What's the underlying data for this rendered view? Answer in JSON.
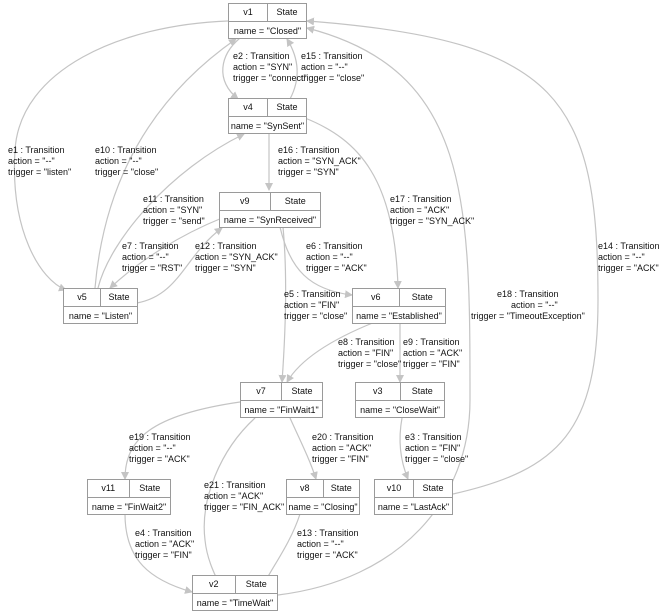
{
  "nodes": [
    {
      "id": "v1",
      "type": "State",
      "attr": "name = \"Closed\""
    },
    {
      "id": "v4",
      "type": "State",
      "attr": "name = \"SynSent\""
    },
    {
      "id": "v9",
      "type": "State",
      "attr": "name = \"SynReceived\""
    },
    {
      "id": "v5",
      "type": "State",
      "attr": "name = \"Listen\""
    },
    {
      "id": "v6",
      "type": "State",
      "attr": "name = \"Established\""
    },
    {
      "id": "v7",
      "type": "State",
      "attr": "name = \"FinWait1\""
    },
    {
      "id": "v3",
      "type": "State",
      "attr": "name = \"CloseWait\""
    },
    {
      "id": "v11",
      "type": "State",
      "attr": "name = \"FinWait2\""
    },
    {
      "id": "v8",
      "type": "State",
      "attr": "name = \"Closing\""
    },
    {
      "id": "v10",
      "type": "State",
      "attr": "name = \"LastAck\""
    },
    {
      "id": "v2",
      "type": "State",
      "attr": "name = \"TimeWait\""
    }
  ],
  "edges": [
    {
      "head": "e1 : Transition",
      "action": "action = \"--\"",
      "trigger": "trigger = \"listen\""
    },
    {
      "head": "e2 : Transition",
      "action": "action = \"SYN\"",
      "trigger": "trigger = \"connect\""
    },
    {
      "head": "e15 : Transition",
      "action": "action = \"--\"",
      "trigger": "trigger = \"close\""
    },
    {
      "head": "e10 : Transition",
      "action": "action = \"--\"",
      "trigger": "trigger = \"close\""
    },
    {
      "head": "e16 : Transition",
      "action": "action = \"SYN_ACK\"",
      "trigger": "trigger = \"SYN\""
    },
    {
      "head": "e11 : Transition",
      "action": "action = \"SYN\"",
      "trigger": "trigger = \"send\""
    },
    {
      "head": "e17 : Transition",
      "action": "action = \"ACK\"",
      "trigger": "trigger = \"SYN_ACK\""
    },
    {
      "head": "e7 : Transition",
      "action": "action = \"--\"",
      "trigger": "trigger = \"RST\""
    },
    {
      "head": "e12 : Transition",
      "action": "action = \"SYN_ACK\"",
      "trigger": "trigger = \"SYN\""
    },
    {
      "head": "e6 : Transition",
      "action": "action = \"--\"",
      "trigger": "trigger = \"ACK\""
    },
    {
      "head": "e5 : Transition",
      "action": "action = \"FIN\"",
      "trigger": "trigger = \"close\""
    },
    {
      "head": "e14 : Transition",
      "action": "action = \"--\"",
      "trigger": "trigger = \"ACK\""
    },
    {
      "head": "e18 : Transition",
      "action": "action = \"--\"",
      "trigger": "trigger = \"TimeoutException\""
    },
    {
      "head": "e8 : Transition",
      "action": "action = \"FIN\"",
      "trigger": "trigger = \"close\""
    },
    {
      "head": "e9 : Transition",
      "action": "action = \"ACK\"",
      "trigger": "trigger = \"FIN\""
    },
    {
      "head": "e19 : Transition",
      "action": "action = \"--\"",
      "trigger": "trigger = \"ACK\""
    },
    {
      "head": "e20 : Transition",
      "action": "action = \"ACK\"",
      "trigger": "trigger = \"FIN\""
    },
    {
      "head": "e3 : Transition",
      "action": "action = \"FIN\"",
      "trigger": "trigger = \"close\""
    },
    {
      "head": "e21 : Transition",
      "action": "action = \"ACK\"",
      "trigger": "trigger = \"FIN_ACK\""
    },
    {
      "head": "e4 : Transition",
      "action": "action = \"ACK\"",
      "trigger": "trigger = \"FIN\""
    },
    {
      "head": "e13 : Transition",
      "action": "action = \"--\"",
      "trigger": "trigger = \"ACK\""
    }
  ]
}
